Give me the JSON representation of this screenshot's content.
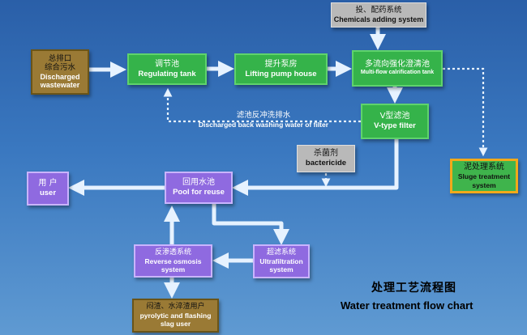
{
  "title": {
    "zh": "处理工艺流程图",
    "en": "Water treatment flow chart"
  },
  "nodes": {
    "chemicals": {
      "zh": "投、配药系统",
      "en": "Chemicals adding system"
    },
    "discharged": {
      "zh1": "总排口",
      "zh2": "综合污水",
      "en1": "Discharged",
      "en2": "wastewater"
    },
    "regulating": {
      "zh": "调节池",
      "en": "Regulating tank"
    },
    "lifting": {
      "zh": "提升泵房",
      "en": "Lifting pump house"
    },
    "clarification": {
      "zh": "多流向强化澄清池",
      "en": "Multi-flow calrification tank"
    },
    "vfilter": {
      "zh": "V型滤池",
      "en": "V-type filter"
    },
    "bactericide": {
      "zh": "杀菌剂",
      "en": "bactericide"
    },
    "sludge": {
      "zh": "泥处理系统",
      "en1": "Sluge treatment",
      "en2": "system"
    },
    "user": {
      "zh": "用 户",
      "en": "user"
    },
    "pool": {
      "zh": "回用水池",
      "en": "Pool for reuse"
    },
    "ultra": {
      "zh": "超滤系统",
      "en1": "Ultrafiltration",
      "en2": "system"
    },
    "ro": {
      "zh": "反渗透系统",
      "en1": "Reverse osmosis",
      "en2": "system"
    },
    "slag": {
      "zh": "闷渣、水淬渣用户",
      "en1": "pyrolytic and flashing",
      "en2": "slag user"
    }
  },
  "backwash": {
    "zh": "滤池反冲洗排水",
    "en": "Discharged back washing water of filter"
  }
}
